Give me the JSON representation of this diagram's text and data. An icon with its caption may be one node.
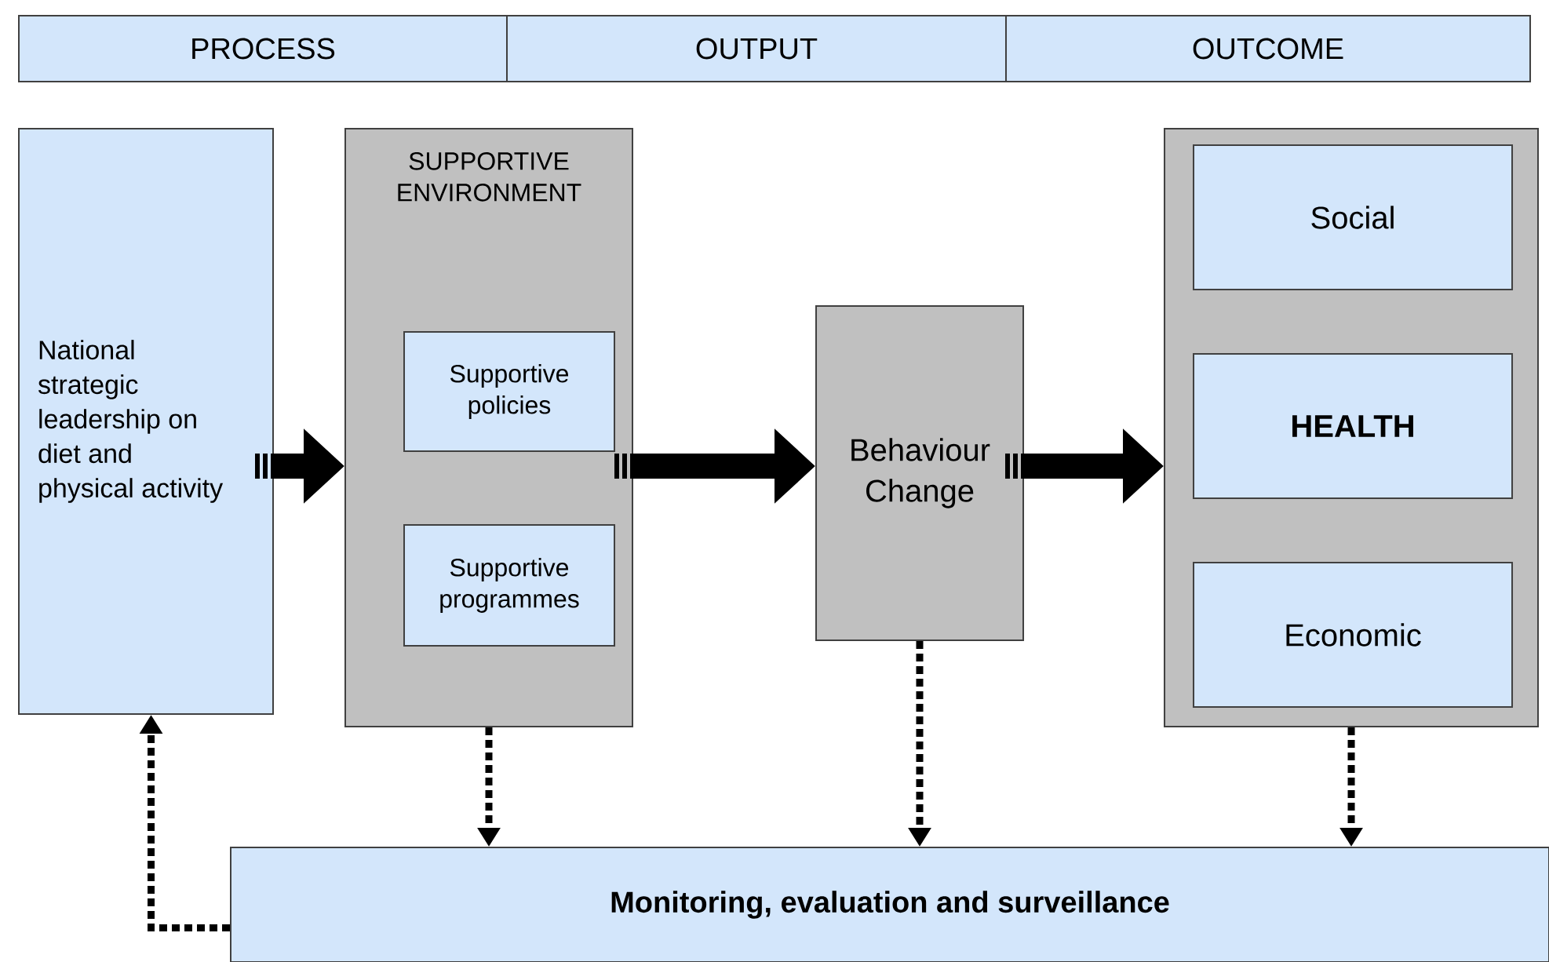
{
  "diagram": {
    "nodes": [
      {
        "text": [
          "PROCESS"
        ]
      },
      {
        "text": [
          "OUTPUT"
        ]
      },
      {
        "text": [
          "OUTCOME"
        ]
      },
      {
        "text": [
          "National strategic leadership on diet and physical activity"
        ]
      },
      {
        "text": [
          "SUPPORTIVE ENVIRONMENT"
        ]
      },
      {
        "text": [
          "Supportive policies"
        ],
        "in": 4
      },
      {
        "text": [
          "Supportive programmes"
        ],
        "in": 4
      },
      {
        "text": [
          "Behaviour Change"
        ]
      },
      {
        "text": [],
        "shape": "box"
      },
      {
        "text": [
          "Social"
        ],
        "in": 8
      },
      {
        "text": [
          "HEALTH"
        ],
        "in": 8
      },
      {
        "text": [
          "Economic"
        ],
        "in": 8
      },
      {
        "text": [
          "Monitoring, evaluation and surveillance"
        ]
      }
    ],
    "edges": [
      {
        "from": 3,
        "to": 4,
        "arrow": "to",
        "style": "thick"
      },
      {
        "from": 4,
        "to": 7,
        "arrow": "to",
        "style": "thick"
      },
      {
        "from": 7,
        "to": 8,
        "arrow": "to",
        "style": "thick"
      },
      {
        "from": 4,
        "to": 12,
        "arrow": "to",
        "style": "dashed"
      },
      {
        "from": 7,
        "to": 12,
        "arrow": "to",
        "style": "dashed"
      },
      {
        "from": 8,
        "to": 12,
        "arrow": "to",
        "style": "dashed"
      },
      {
        "from": 12,
        "to": 3,
        "arrow": "to",
        "style": "dashed"
      }
    ]
  }
}
